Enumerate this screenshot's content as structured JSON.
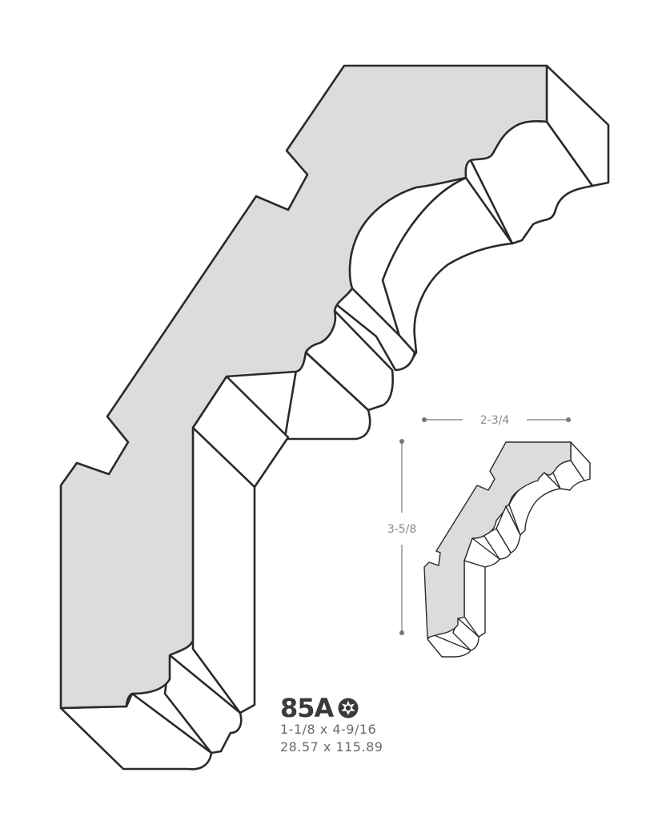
{
  "product": {
    "code": "85A",
    "badge_icon": "star-badge-icon",
    "imperial_size": "1-1/8 x 4-9/16",
    "metric_size": "28.57 x 115.89"
  },
  "dimensions": {
    "width_label": "2-3/4",
    "height_label": "3-5/8"
  },
  "colors": {
    "profile_fill": "#dcdcde",
    "outline": "#2a2a2a",
    "dimension_line": "#777777"
  }
}
